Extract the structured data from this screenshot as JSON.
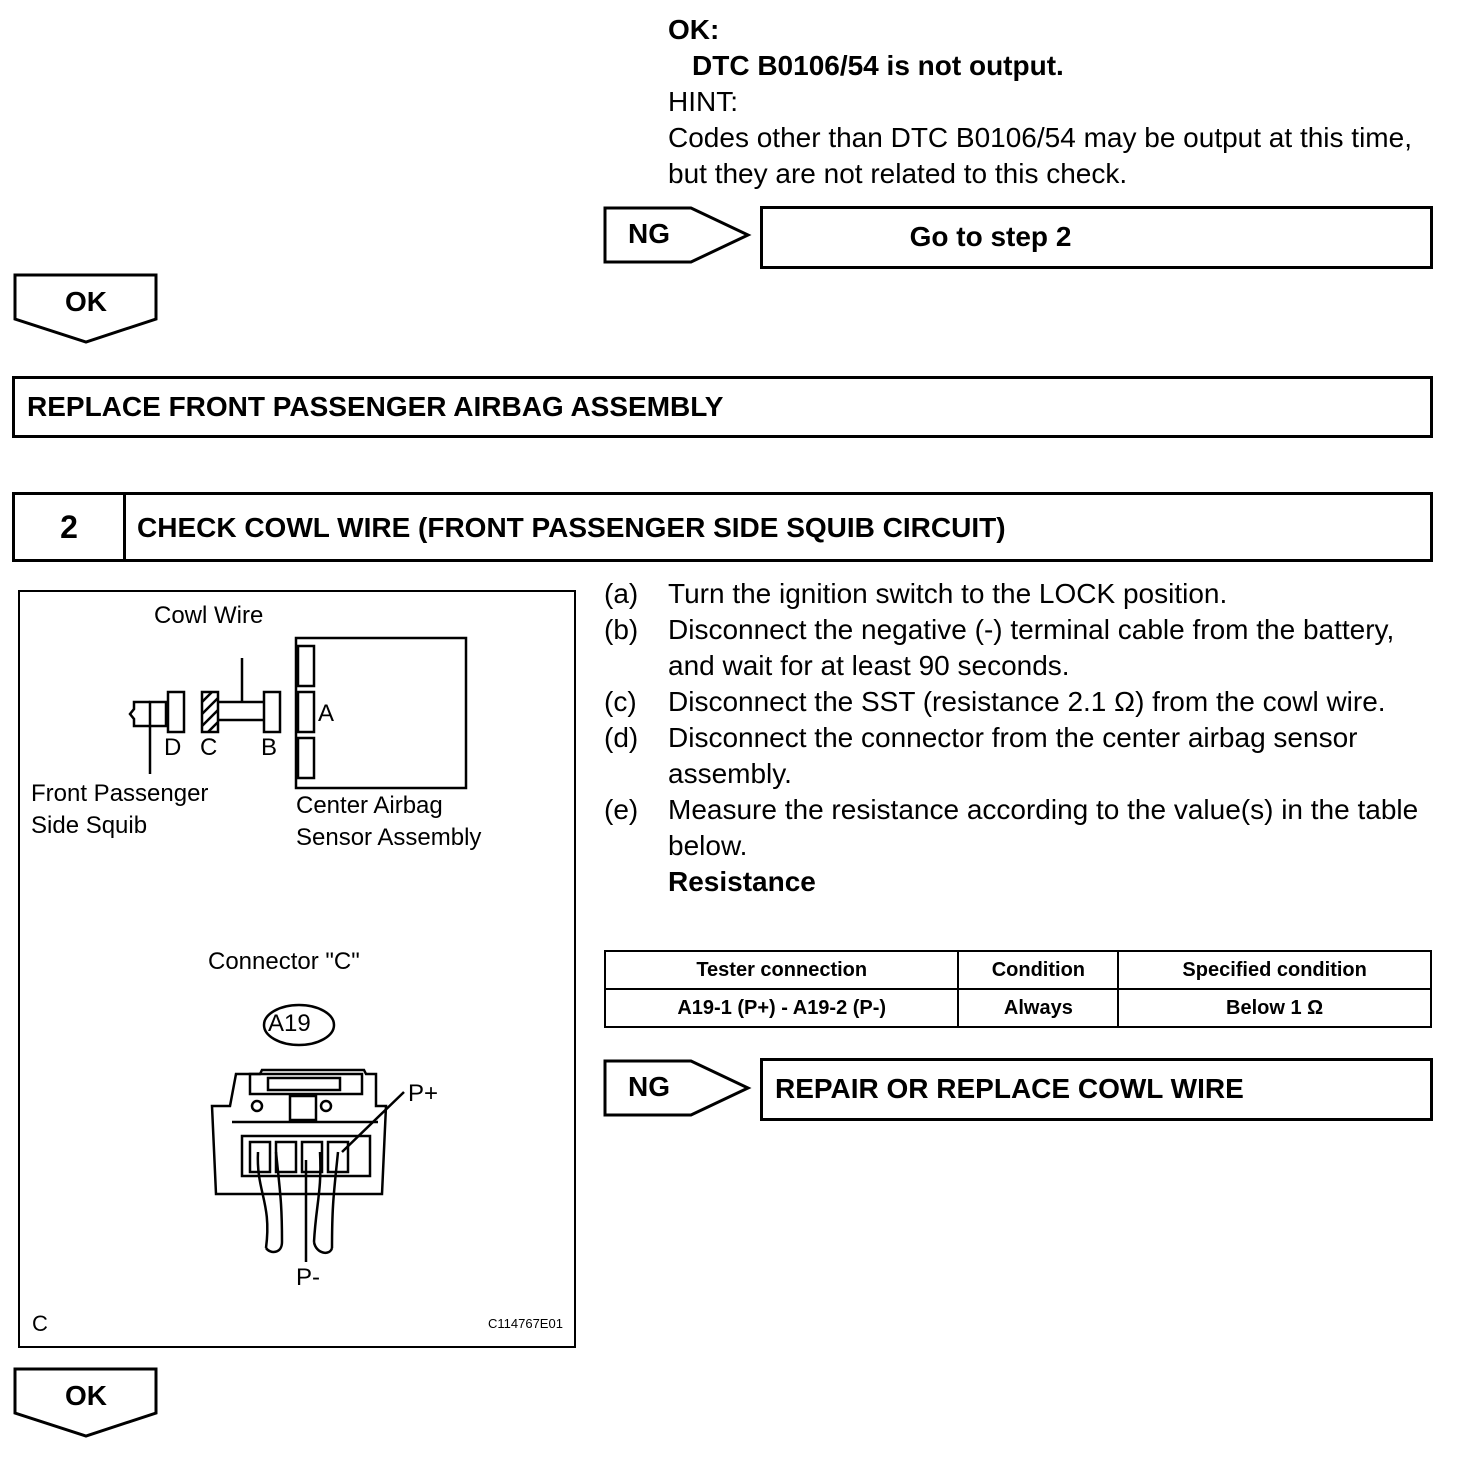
{
  "ok_block": {
    "heading": "OK:",
    "result": "DTC B0106/54 is not output.",
    "hint_label": "HINT:",
    "hint_text": "Codes other than DTC B0106/54 may be output at this time, but they are not related to this check."
  },
  "ng1": {
    "tag": "NG",
    "action": "Go to step 2"
  },
  "ok_arrow_1": "OK",
  "replace_box": "REPLACE FRONT PASSENGER AIRBAG ASSEMBLY",
  "step2": {
    "number": "2",
    "title": "CHECK COWL WIRE (FRONT PASSENGER SIDE SQUIB CIRCUIT)"
  },
  "diagram": {
    "cowl_wire": "Cowl Wire",
    "conn_d": "D",
    "conn_c": "C",
    "conn_b": "B",
    "conn_a": "A",
    "squib_line1": "Front Passenger",
    "squib_line2": "Side Squib",
    "sensor_line1": "Center Airbag",
    "sensor_line2": "Sensor Assembly",
    "connector_label": "Connector \"C\"",
    "connector_id": "A19",
    "pin_plus": "P+",
    "pin_minus": "P-",
    "corner_label": "C",
    "figure_id": "C114767E01"
  },
  "steps": [
    {
      "label": "(a)",
      "text": "Turn the ignition switch to the LOCK position."
    },
    {
      "label": "(b)",
      "text": "Disconnect the negative (-) terminal cable from the battery, and wait for at least 90 seconds."
    },
    {
      "label": "(c)",
      "text": "Disconnect the SST (resistance 2.1 Ω) from the cowl wire."
    },
    {
      "label": "(d)",
      "text": "Disconnect the connector from the center airbag sensor assembly."
    },
    {
      "label": "(e)",
      "text": "Measure the resistance according to the value(s) in the table below."
    }
  ],
  "resistance_title": "Resistance",
  "table": {
    "headers": [
      "Tester connection",
      "Condition",
      "Specified condition"
    ],
    "rows": [
      [
        "A19-1 (P+) - A19-2 (P-)",
        "Always",
        "Below 1 Ω"
      ]
    ]
  },
  "ng2": {
    "tag": "NG",
    "action": "REPAIR OR REPLACE COWL WIRE"
  },
  "ok_arrow_2": "OK"
}
